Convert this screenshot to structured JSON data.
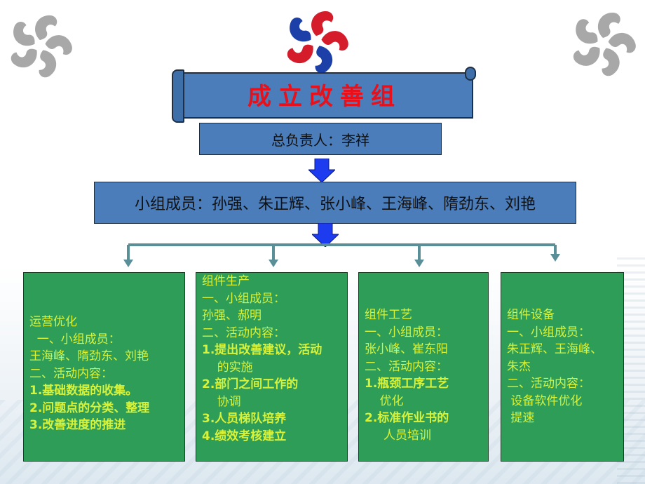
{
  "title": "成立改善组",
  "leader": "总负责人：李祥",
  "members": "小组成员：孙强、朱正辉、张小峰、王海峰、隋劲东、刘艳",
  "colors": {
    "blue_box": "#4a7dba",
    "green_box": "#2e9d57",
    "box_text": "#d8f23a",
    "title_red": "#e8101a",
    "arrow_blue": "#1d3cf0",
    "connector": "#5a8f98"
  },
  "groups": [
    {
      "lines": [
        "运营优化",
        "  一、小组成员：",
        "王海峰、隋劲东、刘艳",
        "二、活动内容：",
        "1.基础数据的收集。",
        "2.问题点的分类、整理",
        "3.改善进度的推进"
      ]
    },
    {
      "lines": [
        "组件生产",
        "一、小组成员：",
        "孙强、郝明",
        "二、活动内容：",
        "1.提出改善建议，活动",
        "    的实施",
        "2.部门之间工作的",
        "    协调",
        "3.人员梯队培养",
        "4.绩效考核建立"
      ]
    },
    {
      "lines": [
        "组件工艺",
        "一、小组成员：",
        "张小峰、崔东阳",
        "二、活动内容：",
        "1.瓶颈工序工艺",
        "    优化",
        "2.标准作业书的",
        "     人员培训"
      ]
    },
    {
      "lines": [
        "组件设备",
        "一、小组成员：",
        "朱正辉、王海峰、",
        "朱杰",
        "二、活动内容：",
        " 设备软件优化",
        " 提速"
      ]
    }
  ]
}
